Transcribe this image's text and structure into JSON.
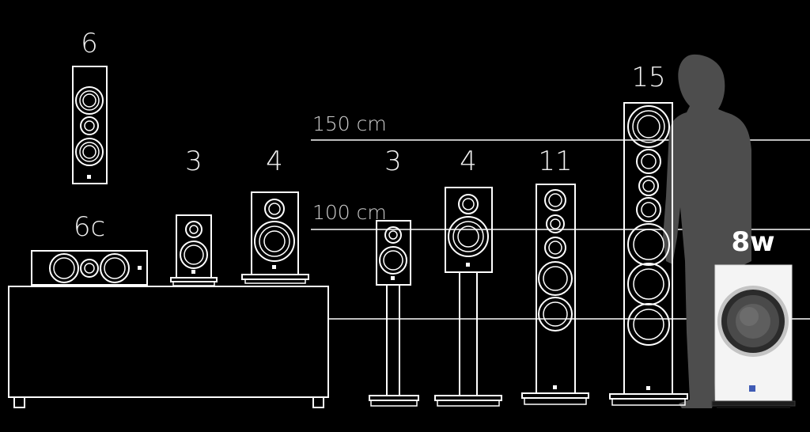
{
  "height_lines": [
    {
      "label": "150 cm"
    },
    {
      "label": "100 cm"
    }
  ],
  "speakers": [
    {
      "id": "6",
      "label": "6"
    },
    {
      "id": "6c",
      "label": "6c"
    },
    {
      "id": "3a",
      "label": "3"
    },
    {
      "id": "4a",
      "label": "4"
    },
    {
      "id": "3b",
      "label": "3"
    },
    {
      "id": "4b",
      "label": "4"
    },
    {
      "id": "11",
      "label": "11"
    },
    {
      "id": "15",
      "label": "15"
    },
    {
      "id": "8w",
      "label": "8w"
    }
  ],
  "colors": {
    "background": "#000000",
    "line": "#ffffff",
    "guide": "#bdbdbd",
    "silhouette": "#4d4d4d",
    "subwoofer_cabinet": "#f4f4f4",
    "subwoofer_logo": "#3f5bb5"
  }
}
